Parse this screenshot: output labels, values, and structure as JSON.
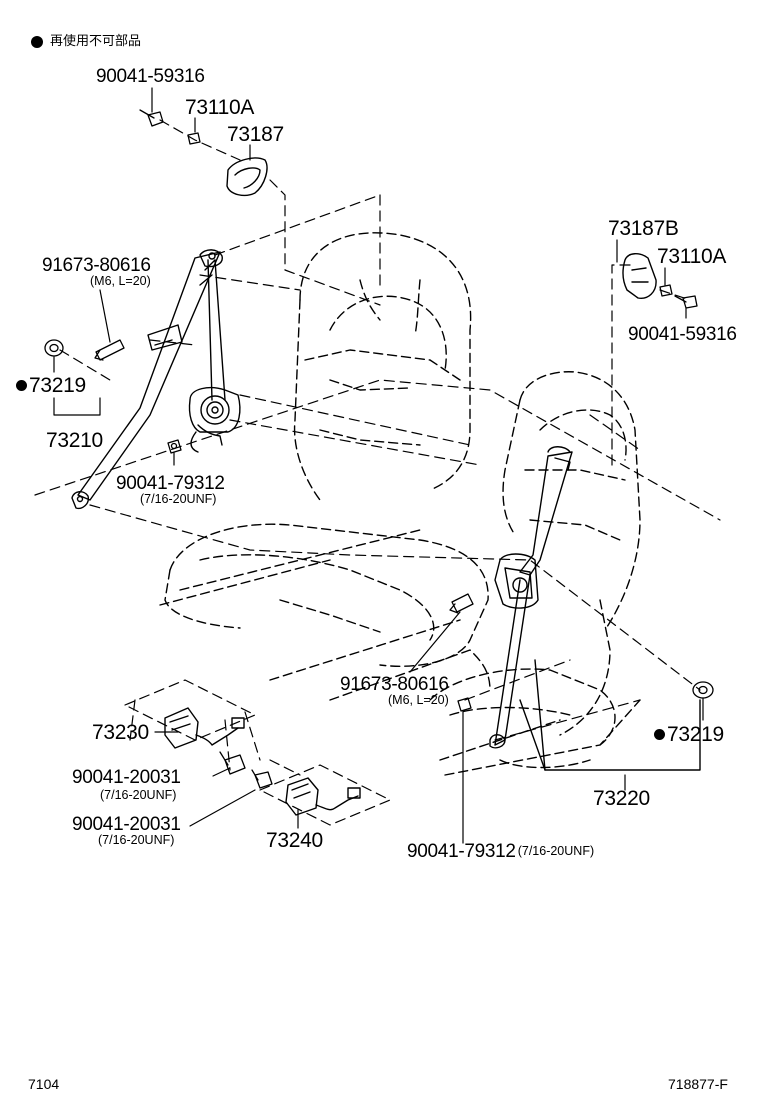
{
  "legend": {
    "text": "再使用不可部品"
  },
  "labels": {
    "bolt_top_left": "90041-59316",
    "nut_top_left": "73110A",
    "cover_top_left": "73187",
    "cover_right": "73187B",
    "nut_right": "73110A",
    "bolt_right": "90041-59316",
    "bolt_left": "91673-80616",
    "bolt_left_spec": "(M6, L=20)",
    "washer_left": "73219",
    "belt_left": "73210",
    "nut_left": "90041-79312",
    "nut_left_spec": "(7/16-20UNF)",
    "bolt_center": "91673-80616",
    "bolt_center_spec": "(M6, L=20)",
    "buckle_left": "73230",
    "bolt_buckle_1": "90041-20031",
    "bolt_buckle_1_spec": "(7/16-20UNF)",
    "bolt_buckle_2": "90041-20031",
    "bolt_buckle_2_spec": "(7/16-20UNF)",
    "buckle_right": "73240",
    "nut_bottom": "90041-79312",
    "nut_bottom_spec": "(7/16-20UNF)",
    "washer_right": "73219",
    "belt_right": "73220"
  },
  "footer": {
    "left": "7104",
    "right": "718877-F"
  },
  "colors": {
    "line": "#000000",
    "background": "#ffffff"
  }
}
